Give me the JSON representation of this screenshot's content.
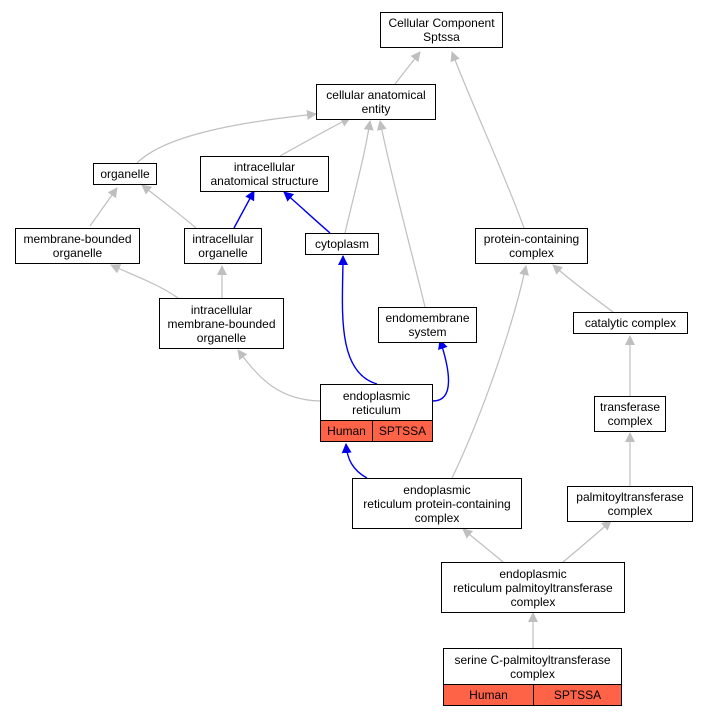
{
  "colors": {
    "edge_gray": "#bfbfbf",
    "edge_blue": "#0000ee",
    "annotation": "#ff6347",
    "node_border": "#000000"
  },
  "nodes": {
    "cellular_component": "Cellular Component\nSptssa",
    "cellular_anatomical_entity": "cellular anatomical\nentity",
    "organelle": "organelle",
    "intracellular_anatomical_structure": "intracellular\nanatomical structure",
    "membrane_bounded_organelle": "membrane-bounded\norganelle",
    "intracellular_organelle": "intracellular\norganelle",
    "cytoplasm": "cytoplasm",
    "protein_containing_complex": "protein-containing\ncomplex",
    "intracellular_membrane_bounded_organelle": "intracellular\nmembrane-bounded\norganelle",
    "endomembrane_system": "endomembrane\nsystem",
    "catalytic_complex": "catalytic complex",
    "endoplasmic_reticulum": "endoplasmic\nreticulum",
    "transferase_complex": "transferase\ncomplex",
    "er_protein_containing_complex": "endoplasmic\nreticulum protein-containing\ncomplex",
    "palmitoyltransferase_complex": "palmitoyltransferase\ncomplex",
    "er_palmitoyltransferase_complex": "endoplasmic\nreticulum palmitoyltransferase\ncomplex",
    "serine_c_palmitoyltransferase_complex": "serine C-palmitoyltransferase\ncomplex"
  },
  "annotations": {
    "endoplasmic_reticulum": {
      "species": "Human",
      "gene": "SPTSSA"
    },
    "serine_c_palmitoyltransferase_complex": {
      "species": "Human",
      "gene": "SPTSSA"
    }
  }
}
